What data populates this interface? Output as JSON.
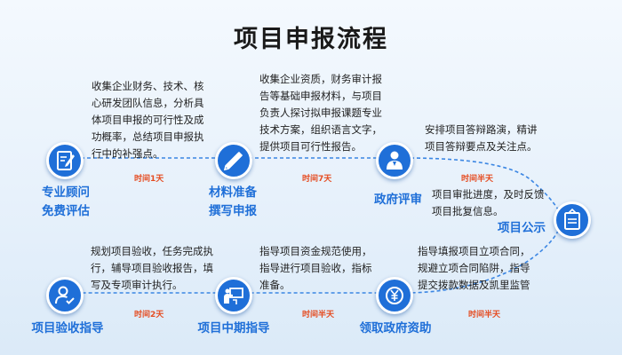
{
  "title": "项目申报流程",
  "steps": [
    {
      "label_lines": [
        "专业顾问",
        "免费评估"
      ],
      "icon": "clipboard-edit-icon",
      "description": [
        "收集企业财务、技术、核",
        "心研发团队信息，分析具",
        "体项目申报的可行性及成",
        "功概率，总结项目申报执",
        "行中的补强点。"
      ]
    },
    {
      "label_lines": [
        "材料准备",
        "撰写申报"
      ],
      "icon": "ruler-pencil-icon",
      "description": [
        "收集企业资质，财务审计报",
        "告等基础申报材料，与项目",
        "负责人探讨拟申报课题专业",
        "技术方案，组织语言文字，",
        "提供项目可行性报告。"
      ]
    },
    {
      "label_lines": [
        "政府评审"
      ],
      "icon": "person-presenting-icon",
      "description": [
        "安排项目答辩路演，精讲",
        "项目答辩要点及关注点。"
      ]
    },
    {
      "label_lines": [
        "项目公示"
      ],
      "icon": "notice-board-icon",
      "description": [
        "项目审批进度，及时反馈",
        "项目批复信息。"
      ]
    },
    {
      "label_lines": [
        "领取政府资助"
      ],
      "icon": "yen-coin-icon",
      "description": [
        "指导填报项目立项合同，",
        "规避立项合同陷阱，指导",
        "提交拨款数据及凯里监管"
      ]
    },
    {
      "label_lines": [
        "项目中期指导"
      ],
      "icon": "presentation-board-icon",
      "description": [
        "指导项目资金规范使用，",
        "指导进行项目验收，指标",
        "准备。"
      ]
    },
    {
      "label_lines": [
        "项目验收指导"
      ],
      "icon": "user-check-icon",
      "description": [
        "规划项目验收，任务完成执",
        "行，辅导项目验收报告，填",
        "写及专项审计执行。"
      ]
    }
  ],
  "durations": [
    "时间1天",
    "时间7天",
    "时间半天",
    "时间半天",
    "时间半天",
    "时间2天"
  ],
  "colors": {
    "accent": "#1f6fd8",
    "time": "#e54c21",
    "text": "#222222"
  }
}
